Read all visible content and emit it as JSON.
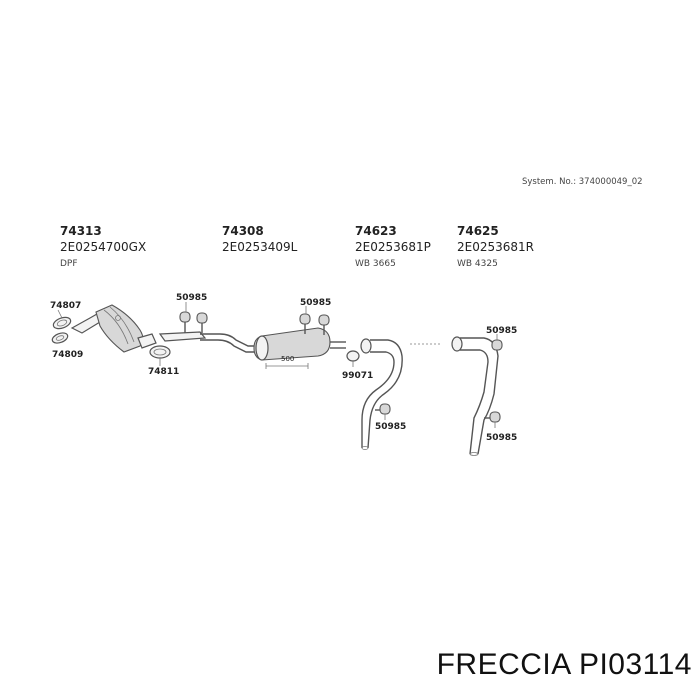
{
  "system_no": "System. No.: 374000049_02",
  "parts": [
    {
      "code": "74313",
      "number": "2E0254700GX",
      "note": "DPF"
    },
    {
      "code": "74308",
      "number": "2E0253409L",
      "note": ""
    },
    {
      "code": "74623",
      "number": "2E0253681P",
      "note": "WB 3665"
    },
    {
      "code": "74625",
      "number": "2E0253681R",
      "note": "WB 4325"
    }
  ],
  "labels": {
    "l74807": "74807",
    "l74809": "74809",
    "l74811": "74811",
    "l50985_a": "50985",
    "l50985_b": "50985",
    "l50985_c": "50985",
    "l50985_d": "50985",
    "l50985_e": "50985",
    "l99071": "99071",
    "l500": "500"
  },
  "footer": {
    "brand": "FRECCIA PI03114"
  }
}
